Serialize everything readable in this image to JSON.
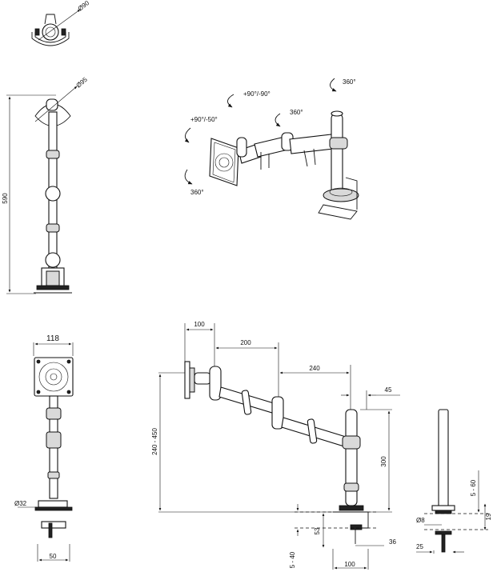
{
  "dimensions": {
    "top_view_diameter": "Ø90",
    "side_view_diameter": "Ø95",
    "side_view_height": "590",
    "front_width": "118",
    "pole_diameter": "Ø32",
    "clamp_width": "50",
    "offset_100": "100",
    "arm_200": "200",
    "arm_240": "240",
    "pole_45": "45",
    "height_range": "240 - 450",
    "pole_300": "300",
    "desk_53": "53",
    "clamp_36": "36",
    "desk_5_40": "5 - 40",
    "clamp_100": "100",
    "grommet_5_60": "5 - 60",
    "bolt_diameter": "Ø8",
    "grommet_19": "19",
    "grommet_25": "25"
  },
  "rotations": {
    "tilt": "+90°/-50°",
    "swivel": "+90°/-90°",
    "joint": "360°",
    "pole": "360°",
    "rotate": "360°"
  }
}
